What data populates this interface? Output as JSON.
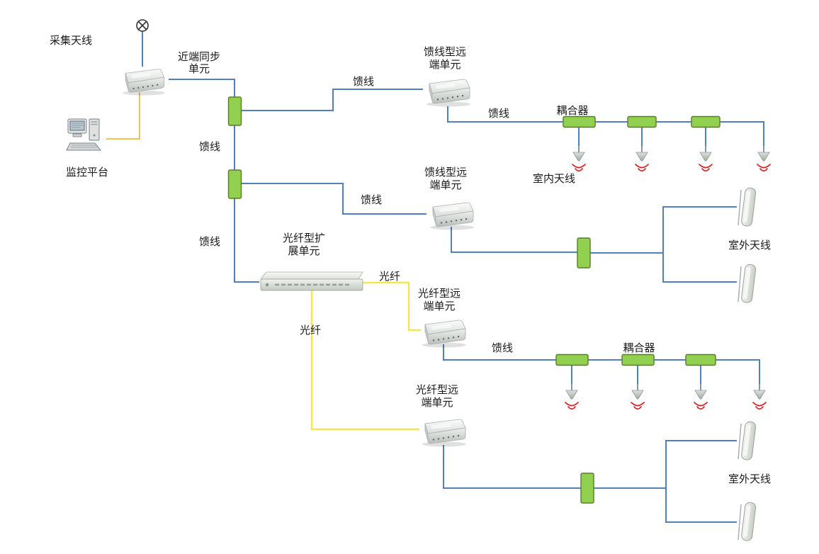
{
  "diagram": {
    "labels": {
      "collect_antenna": "采集天线",
      "near_end_unit_l1": "近端同步",
      "near_end_unit_l2": "单元",
      "monitor_platform": "监控平台",
      "feeder": "馈线",
      "fiber": "光纤",
      "coupler": "耦合器",
      "indoor_antenna": "室内天线",
      "outdoor_antenna": "室外天线",
      "feeder_remote_l1": "馈线型远",
      "feeder_remote_l2": "端单元",
      "fiber_expansion_l1": "光纤型扩",
      "fiber_expansion_l2": "展单元",
      "fiber_remote_l1": "光纤型远",
      "fiber_remote_l2": "端单元"
    },
    "colors": {
      "feeder_line": "#4f81bd",
      "fiber_line": "#f2e74e",
      "power_line": "#f2c14e",
      "splitter_fill": "#92d050",
      "splitter_stroke": "#5b7a2e",
      "signal_wave": "#e02020",
      "label_text": "#1a1a1a",
      "background": "#ffffff"
    }
  }
}
